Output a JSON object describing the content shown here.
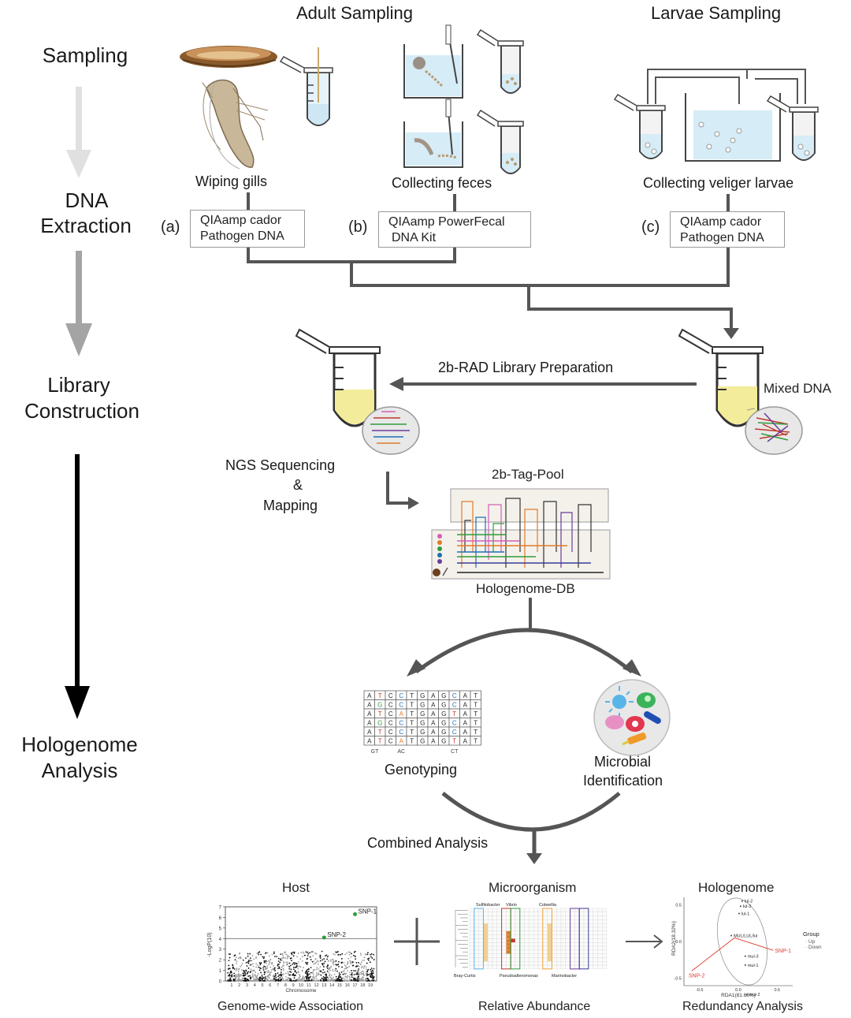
{
  "headers": {
    "adult": "Adult Sampling",
    "larvae": "Larvae Sampling"
  },
  "stages": {
    "sampling": "Sampling",
    "dna_line1": "DNA",
    "dna_line2": "Extraction",
    "library_line1": "Library",
    "library_line2": "Construction",
    "hologenome_line1": "Hologenome",
    "hologenome_line2": "Analysis"
  },
  "sampling_labels": {
    "a": "Wiping gills",
    "b": "Collecting feces",
    "c": "Collecting veliger larvae"
  },
  "kits": {
    "a": {
      "letter": "(a)",
      "line1": "QIAamp cador",
      "line2": "Pathogen DNA"
    },
    "b": {
      "letter": "(b)",
      "line1": "QIAamp PowerFecal",
      "line2": "DNA Kit"
    },
    "c": {
      "letter": "(c)",
      "line1": "QIAamp cador",
      "line2": "Pathogen DNA"
    }
  },
  "library": {
    "prep": "2b-RAD Library Preparation",
    "mixed": "Mixed DNA",
    "ngs_line1": "NGS Sequencing",
    "ngs_line2": "&",
    "ngs_line3": "Mapping",
    "tag_pool": "2b-Tag-Pool",
    "db": "Hologenome-DB"
  },
  "analysis": {
    "genotyping": "Genotyping",
    "microbial_line1": "Microbial",
    "microbial_line2": "Identification",
    "combined": "Combined Analysis",
    "genotype_grid": [
      [
        "A",
        "T",
        "C",
        "C",
        "T",
        "G",
        "A",
        "G",
        "C",
        "A",
        "T"
      ],
      [
        "A",
        "G",
        "C",
        "C",
        "T",
        "G",
        "A",
        "G",
        "C",
        "A",
        "T"
      ],
      [
        "A",
        "T",
        "C",
        "A",
        "T",
        "G",
        "A",
        "G",
        "T",
        "A",
        "T"
      ],
      [
        "A",
        "G",
        "C",
        "C",
        "T",
        "G",
        "A",
        "G",
        "C",
        "A",
        "T"
      ],
      [
        "A",
        "T",
        "C",
        "C",
        "T",
        "G",
        "A",
        "G",
        "C",
        "A",
        "T"
      ],
      [
        "A",
        "T",
        "C",
        "A",
        "T",
        "G",
        "A",
        "G",
        "T",
        "A",
        "T"
      ]
    ],
    "genotype_footer": [
      "GT",
      "AC",
      "CT"
    ]
  },
  "panels": {
    "host": {
      "title": "Host",
      "caption": "Genome-wide Association",
      "ylabel": "-LogP(10)",
      "xlabel": "Chromosome",
      "yticks": [
        "0",
        "1",
        "2",
        "3",
        "4",
        "5",
        "6",
        "7"
      ],
      "xticks": [
        "1",
        "2",
        "3",
        "4",
        "5",
        "6",
        "7",
        "8",
        "9",
        "10",
        "11",
        "12",
        "13",
        "14",
        "15",
        "16",
        "17",
        "18",
        "19"
      ],
      "snp1": "SNP-1",
      "snp2": "SNP-2"
    },
    "micro": {
      "title": "Microorganism",
      "caption": "Relative Abundance",
      "top_labels": [
        "Sulfitobacter",
        "Vibrio",
        "Colwellia"
      ],
      "bottom_labels": [
        "Bray-Curtis",
        "Pseudoalteromonas",
        "Marinobacter"
      ]
    },
    "holo": {
      "title": "Hologenome",
      "caption": "Redundancy Analysis",
      "xlabel": "RDA1(81.68%)",
      "ylabel": "RDA2(18.32%)",
      "snp1": "SNP-1",
      "snp2": "SNP-2",
      "legend_title": "Group",
      "legend_items": [
        "Up",
        "Down"
      ],
      "points": [
        "lul-2",
        "lul-3",
        "lul-1",
        "MUL/LUL/lul",
        "mul-3",
        "mul-1",
        "mul-2"
      ],
      "xticks": [
        "-0.5",
        "0.0",
        "0.5"
      ],
      "yticks": [
        "0.5",
        "0.0",
        "-0.5"
      ]
    }
  },
  "chart_data": [
    {
      "type": "scatter",
      "title": "Host",
      "xlabel": "Chromosome",
      "ylabel": "-LogP(10)",
      "ylim": [
        0,
        7
      ],
      "categories": [
        "1",
        "2",
        "3",
        "4",
        "5",
        "6",
        "7",
        "8",
        "9",
        "10",
        "11",
        "12",
        "13",
        "14",
        "15",
        "16",
        "17",
        "18",
        "19"
      ],
      "threshold": 4,
      "highlighted": [
        {
          "name": "SNP-1",
          "chromosome": 17,
          "y": 6.3
        },
        {
          "name": "SNP-2",
          "chromosome": 13,
          "y": 4.1
        }
      ]
    },
    {
      "type": "scatter",
      "title": "Hologenome",
      "xlabel": "RDA1(81.68%)",
      "ylabel": "RDA2(18.32%)",
      "xlim": [
        -0.5,
        0.5
      ],
      "ylim": [
        -0.5,
        0.5
      ],
      "arrows": [
        {
          "name": "SNP-1",
          "x": 0.45,
          "y": -0.12
        },
        {
          "name": "SNP-2",
          "x": -0.6,
          "y": -0.4
        }
      ]
    }
  ],
  "colors": {
    "line": "#555555",
    "arrow_light": "#d9d9d9",
    "arrow_mid": "#9e9e9e",
    "arrow_dark": "#000000",
    "tube_fill": "#f3ec9a",
    "water": "#d6ecf6",
    "snp_green": "#2e9e3a",
    "rda_red": "#e03a2c"
  }
}
